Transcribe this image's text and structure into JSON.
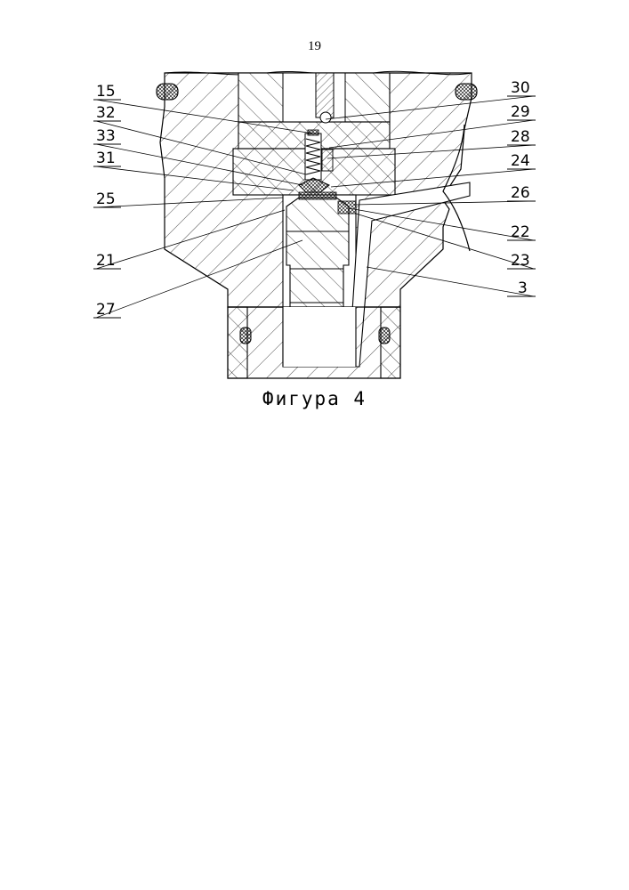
{
  "page_number": "19",
  "caption": "Фигура 4",
  "callouts": {
    "left": [
      "15",
      "32",
      "33",
      "31",
      "25",
      "21",
      "27"
    ],
    "right": [
      "30",
      "29",
      "28",
      "24",
      "26",
      "22",
      "23",
      "3"
    ]
  }
}
